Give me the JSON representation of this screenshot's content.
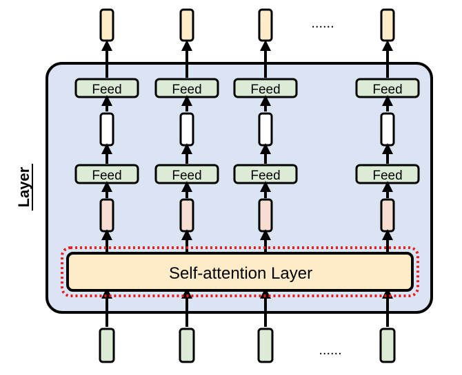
{
  "side_label": "Layer",
  "self_attention_label": "Self-attention Layer",
  "feed_label": "Feed",
  "top_ellipsis": "......",
  "bottom_ellipsis": "......",
  "colors": {
    "layer_fill": "#dae4f2",
    "input_fill": "#dcebd6",
    "output_fill": "#fdecc7",
    "feed_fill": "#dcebd6",
    "pink_fill": "#f8ddd2",
    "hidden_fill": "#ffffff",
    "attention_fill": "#fdecc7",
    "dotted_outline": "#e52020",
    "stroke": "#000000"
  }
}
